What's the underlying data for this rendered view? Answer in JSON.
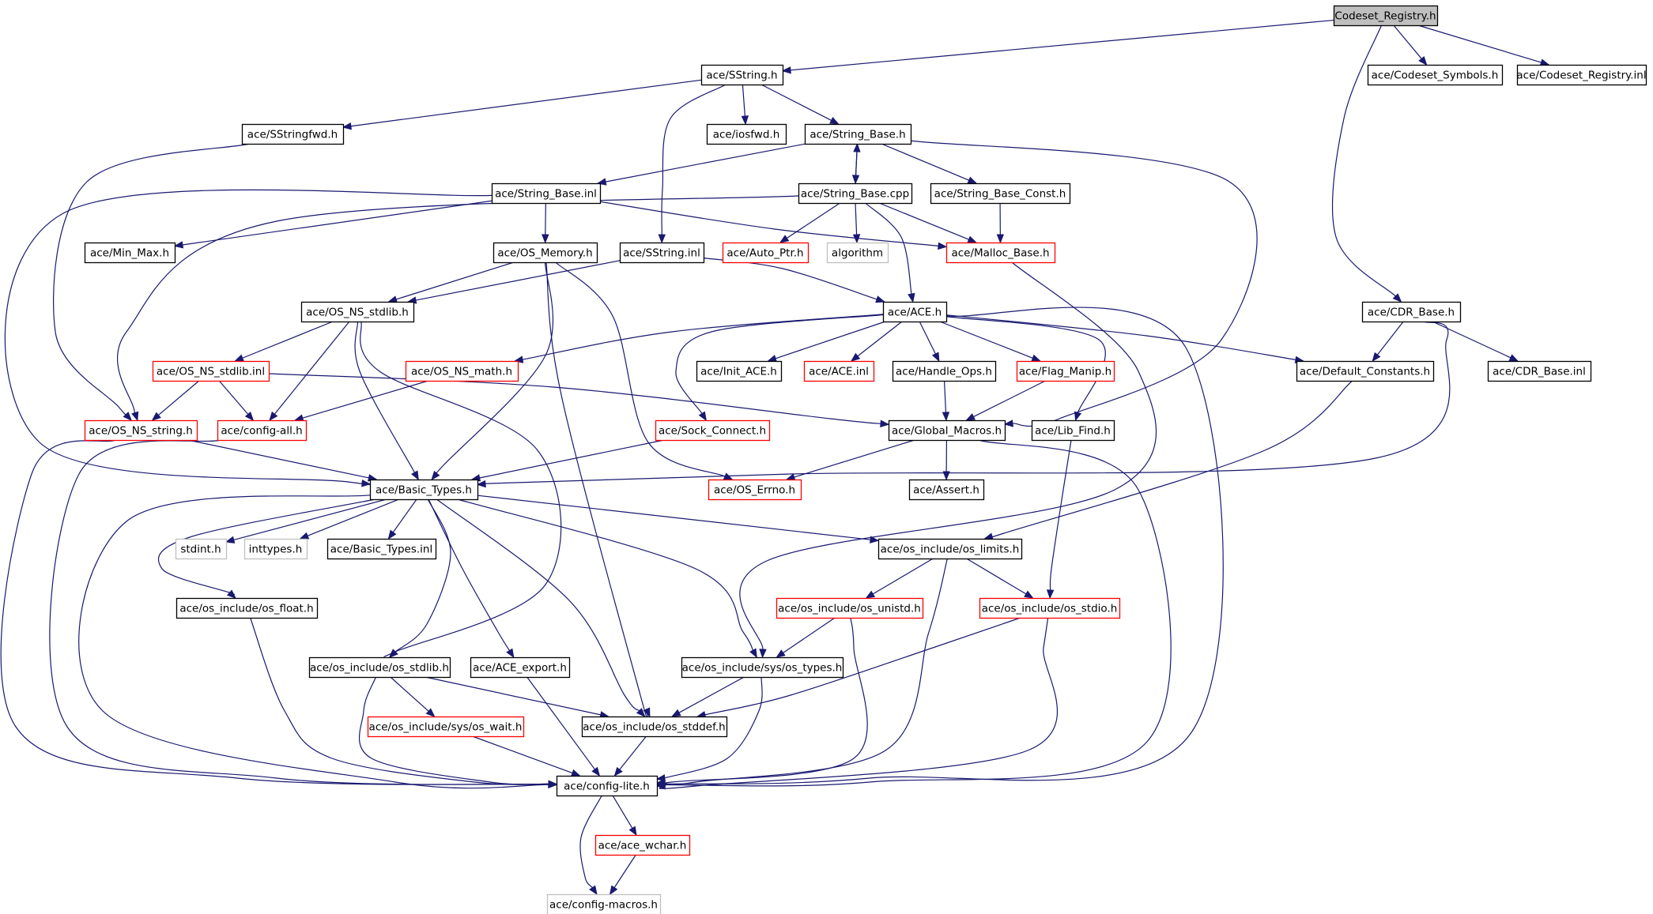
{
  "diagram": {
    "colors": {
      "edge": "#191970",
      "border_documented": "#000000",
      "border_undocumented": "#ff0000",
      "border_external": "#bfbfbf",
      "fill_root": "#bfbfbf",
      "fill_default": "#ffffff"
    },
    "nodes": [
      {
        "id": "codeset_registry_h",
        "label": "Codeset_Registry.h",
        "kind": "root"
      },
      {
        "id": "sstring_h",
        "label": "ace/SString.h",
        "kind": "documented"
      },
      {
        "id": "codeset_symbols_h",
        "label": "ace/Codeset_Symbols.h",
        "kind": "documented"
      },
      {
        "id": "codeset_registry_inl",
        "label": "ace/Codeset_Registry.inl",
        "kind": "documented"
      },
      {
        "id": "sstringfwd_h",
        "label": "ace/SStringfwd.h",
        "kind": "documented"
      },
      {
        "id": "iosfwd_h",
        "label": "ace/iosfwd.h",
        "kind": "documented"
      },
      {
        "id": "string_base_h",
        "label": "ace/String_Base.h",
        "kind": "documented"
      },
      {
        "id": "string_base_inl",
        "label": "ace/String_Base.inl",
        "kind": "documented"
      },
      {
        "id": "string_base_cpp",
        "label": "ace/String_Base.cpp",
        "kind": "documented"
      },
      {
        "id": "string_base_const_h",
        "label": "ace/String_Base_Const.h",
        "kind": "documented"
      },
      {
        "id": "min_max_h",
        "label": "ace/Min_Max.h",
        "kind": "documented"
      },
      {
        "id": "os_memory_h",
        "label": "ace/OS_Memory.h",
        "kind": "documented"
      },
      {
        "id": "sstring_inl",
        "label": "ace/SString.inl",
        "kind": "documented"
      },
      {
        "id": "auto_ptr_h",
        "label": "ace/Auto_Ptr.h",
        "kind": "undocumented"
      },
      {
        "id": "algorithm",
        "label": "algorithm",
        "kind": "external"
      },
      {
        "id": "malloc_base_h",
        "label": "ace/Malloc_Base.h",
        "kind": "undocumented"
      },
      {
        "id": "os_ns_stdlib_h",
        "label": "ace/OS_NS_stdlib.h",
        "kind": "documented"
      },
      {
        "id": "ace_h",
        "label": "ace/ACE.h",
        "kind": "documented"
      },
      {
        "id": "cdr_base_h",
        "label": "ace/CDR_Base.h",
        "kind": "documented"
      },
      {
        "id": "os_ns_stdlib_inl",
        "label": "ace/OS_NS_stdlib.inl",
        "kind": "undocumented"
      },
      {
        "id": "os_ns_math_h",
        "label": "ace/OS_NS_math.h",
        "kind": "undocumented"
      },
      {
        "id": "init_ace_h",
        "label": "ace/Init_ACE.h",
        "kind": "documented"
      },
      {
        "id": "ace_inl",
        "label": "ace/ACE.inl",
        "kind": "undocumented"
      },
      {
        "id": "handle_ops_h",
        "label": "ace/Handle_Ops.h",
        "kind": "documented"
      },
      {
        "id": "flag_manip_h",
        "label": "ace/Flag_Manip.h",
        "kind": "undocumented"
      },
      {
        "id": "default_constants_h",
        "label": "ace/Default_Constants.h",
        "kind": "documented"
      },
      {
        "id": "cdr_base_inl",
        "label": "ace/CDR_Base.inl",
        "kind": "documented"
      },
      {
        "id": "os_ns_string_h",
        "label": "ace/OS_NS_string.h",
        "kind": "undocumented"
      },
      {
        "id": "config_all_h",
        "label": "ace/config-all.h",
        "kind": "undocumented"
      },
      {
        "id": "sock_connect_h",
        "label": "ace/Sock_Connect.h",
        "kind": "undocumented"
      },
      {
        "id": "global_macros_h",
        "label": "ace/Global_Macros.h",
        "kind": "documented"
      },
      {
        "id": "lib_find_h",
        "label": "ace/Lib_Find.h",
        "kind": "documented"
      },
      {
        "id": "basic_types_h",
        "label": "ace/Basic_Types.h",
        "kind": "documented"
      },
      {
        "id": "os_errno_h",
        "label": "ace/OS_Errno.h",
        "kind": "undocumented"
      },
      {
        "id": "assert_h",
        "label": "ace/Assert.h",
        "kind": "documented"
      },
      {
        "id": "stdint_h",
        "label": "stdint.h",
        "kind": "external"
      },
      {
        "id": "inttypes_h",
        "label": "inttypes.h",
        "kind": "external"
      },
      {
        "id": "basic_types_inl",
        "label": "ace/Basic_Types.inl",
        "kind": "documented"
      },
      {
        "id": "os_limits_h",
        "label": "ace/os_include/os_limits.h",
        "kind": "documented"
      },
      {
        "id": "os_float_h",
        "label": "ace/os_include/os_float.h",
        "kind": "documented"
      },
      {
        "id": "os_unistd_h",
        "label": "ace/os_include/os_unistd.h",
        "kind": "undocumented"
      },
      {
        "id": "os_stdio_h",
        "label": "ace/os_include/os_stdio.h",
        "kind": "undocumented"
      },
      {
        "id": "os_stdlib_h",
        "label": "ace/os_include/os_stdlib.h",
        "kind": "documented"
      },
      {
        "id": "ace_export_h",
        "label": "ace/ACE_export.h",
        "kind": "documented"
      },
      {
        "id": "os_types_h",
        "label": "ace/os_include/sys/os_types.h",
        "kind": "documented"
      },
      {
        "id": "os_wait_h",
        "label": "ace/os_include/sys/os_wait.h",
        "kind": "undocumented"
      },
      {
        "id": "os_stddef_h",
        "label": "ace/os_include/os_stddef.h",
        "kind": "documented"
      },
      {
        "id": "config_lite_h",
        "label": "ace/config-lite.h",
        "kind": "documented"
      },
      {
        "id": "ace_wchar_h",
        "label": "ace/ace_wchar.h",
        "kind": "undocumented"
      },
      {
        "id": "config_macros_h",
        "label": "ace/config-macros.h",
        "kind": "external"
      }
    ],
    "edges": [
      [
        "codeset_registry_h",
        "sstring_h"
      ],
      [
        "codeset_registry_h",
        "codeset_symbols_h"
      ],
      [
        "codeset_registry_h",
        "codeset_registry_inl"
      ],
      [
        "codeset_registry_h",
        "cdr_base_h"
      ],
      [
        "sstring_h",
        "sstringfwd_h"
      ],
      [
        "sstring_h",
        "iosfwd_h"
      ],
      [
        "sstring_h",
        "string_base_h"
      ],
      [
        "sstring_h",
        "sstring_inl"
      ],
      [
        "sstringfwd_h",
        "os_ns_string_h"
      ],
      [
        "string_base_h",
        "string_base_inl"
      ],
      [
        "string_base_h",
        "string_base_cpp"
      ],
      [
        "string_base_h",
        "string_base_const_h"
      ],
      [
        "string_base_h",
        "global_macros_h"
      ],
      [
        "string_base_inl",
        "min_max_h"
      ],
      [
        "string_base_inl",
        "os_memory_h"
      ],
      [
        "string_base_inl",
        "malloc_base_h"
      ],
      [
        "string_base_inl",
        "basic_types_h"
      ],
      [
        "string_base_cpp",
        "string_base_h"
      ],
      [
        "string_base_cpp",
        "auto_ptr_h"
      ],
      [
        "string_base_cpp",
        "algorithm"
      ],
      [
        "string_base_cpp",
        "malloc_base_h"
      ],
      [
        "string_base_cpp",
        "ace_h"
      ],
      [
        "string_base_cpp",
        "os_ns_string_h"
      ],
      [
        "string_base_const_h",
        "malloc_base_h"
      ],
      [
        "os_memory_h",
        "os_ns_stdlib_h"
      ],
      [
        "os_memory_h",
        "basic_types_h"
      ],
      [
        "os_memory_h",
        "os_errno_h"
      ],
      [
        "os_memory_h",
        "os_stddef_h"
      ],
      [
        "sstring_inl",
        "os_ns_stdlib_h"
      ],
      [
        "sstring_inl",
        "ace_h"
      ],
      [
        "malloc_base_h",
        "os_types_h"
      ],
      [
        "os_ns_stdlib_h",
        "os_ns_stdlib_inl"
      ],
      [
        "os_ns_stdlib_h",
        "config_all_h"
      ],
      [
        "os_ns_stdlib_h",
        "basic_types_h"
      ],
      [
        "os_ns_stdlib_h",
        "os_stdlib_h"
      ],
      [
        "os_ns_stdlib_inl",
        "os_ns_string_h"
      ],
      [
        "os_ns_stdlib_inl",
        "config_all_h"
      ],
      [
        "os_ns_stdlib_inl",
        "global_macros_h"
      ],
      [
        "os_ns_math_h",
        "config_all_h"
      ],
      [
        "ace_h",
        "os_ns_math_h"
      ],
      [
        "ace_h",
        "init_ace_h"
      ],
      [
        "ace_h",
        "ace_inl"
      ],
      [
        "ace_h",
        "handle_ops_h"
      ],
      [
        "ace_h",
        "flag_manip_h"
      ],
      [
        "ace_h",
        "default_constants_h"
      ],
      [
        "ace_h",
        "sock_connect_h"
      ],
      [
        "ace_h",
        "lib_find_h"
      ],
      [
        "ace_h",
        "config_lite_h"
      ],
      [
        "handle_ops_h",
        "global_macros_h"
      ],
      [
        "flag_manip_h",
        "global_macros_h"
      ],
      [
        "cdr_base_h",
        "default_constants_h"
      ],
      [
        "cdr_base_h",
        "cdr_base_inl"
      ],
      [
        "cdr_base_h",
        "basic_types_h"
      ],
      [
        "default_constants_h",
        "os_limits_h"
      ],
      [
        "os_ns_string_h",
        "basic_types_h"
      ],
      [
        "os_ns_string_h",
        "config_lite_h"
      ],
      [
        "config_all_h",
        "config_lite_h"
      ],
      [
        "sock_connect_h",
        "basic_types_h"
      ],
      [
        "global_macros_h",
        "os_errno_h"
      ],
      [
        "global_macros_h",
        "assert_h"
      ],
      [
        "global_macros_h",
        "config_lite_h"
      ],
      [
        "lib_find_h",
        "os_stdio_h"
      ],
      [
        "basic_types_h",
        "stdint_h"
      ],
      [
        "basic_types_h",
        "inttypes_h"
      ],
      [
        "basic_types_h",
        "basic_types_inl"
      ],
      [
        "basic_types_h",
        "os_limits_h"
      ],
      [
        "basic_types_h",
        "os_float_h"
      ],
      [
        "basic_types_h",
        "os_stdlib_h"
      ],
      [
        "basic_types_h",
        "ace_export_h"
      ],
      [
        "basic_types_h",
        "os_types_h"
      ],
      [
        "basic_types_h",
        "os_stddef_h"
      ],
      [
        "basic_types_h",
        "config_lite_h"
      ],
      [
        "os_limits_h",
        "os_unistd_h"
      ],
      [
        "os_limits_h",
        "os_stdio_h"
      ],
      [
        "os_limits_h",
        "config_lite_h"
      ],
      [
        "os_float_h",
        "config_lite_h"
      ],
      [
        "os_unistd_h",
        "os_types_h"
      ],
      [
        "os_unistd_h",
        "config_lite_h"
      ],
      [
        "os_stdio_h",
        "os_stddef_h"
      ],
      [
        "os_stdio_h",
        "config_lite_h"
      ],
      [
        "os_stdlib_h",
        "os_wait_h"
      ],
      [
        "os_stdlib_h",
        "os_stddef_h"
      ],
      [
        "os_stdlib_h",
        "config_lite_h"
      ],
      [
        "ace_export_h",
        "config_lite_h"
      ],
      [
        "os_types_h",
        "os_stddef_h"
      ],
      [
        "os_types_h",
        "config_lite_h"
      ],
      [
        "os_wait_h",
        "config_lite_h"
      ],
      [
        "os_stddef_h",
        "config_lite_h"
      ],
      [
        "config_lite_h",
        "ace_wchar_h"
      ],
      [
        "config_lite_h",
        "config_macros_h"
      ],
      [
        "ace_wchar_h",
        "config_macros_h"
      ]
    ]
  }
}
